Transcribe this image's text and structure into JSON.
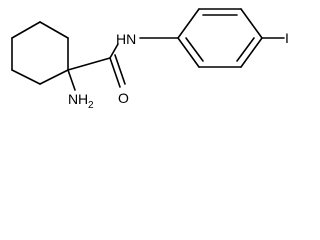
{
  "molecule": {
    "atoms": {
      "amine": {
        "element": "N",
        "hydrogens": "H",
        "hydrogen_count": "2"
      },
      "amide_n": {
        "label": "HN"
      },
      "carbonyl_o": {
        "label": "O"
      },
      "iodine": {
        "label": "I"
      }
    },
    "colors": {
      "bond": "#000000",
      "label": "#000000",
      "background": "#ffffff"
    }
  }
}
